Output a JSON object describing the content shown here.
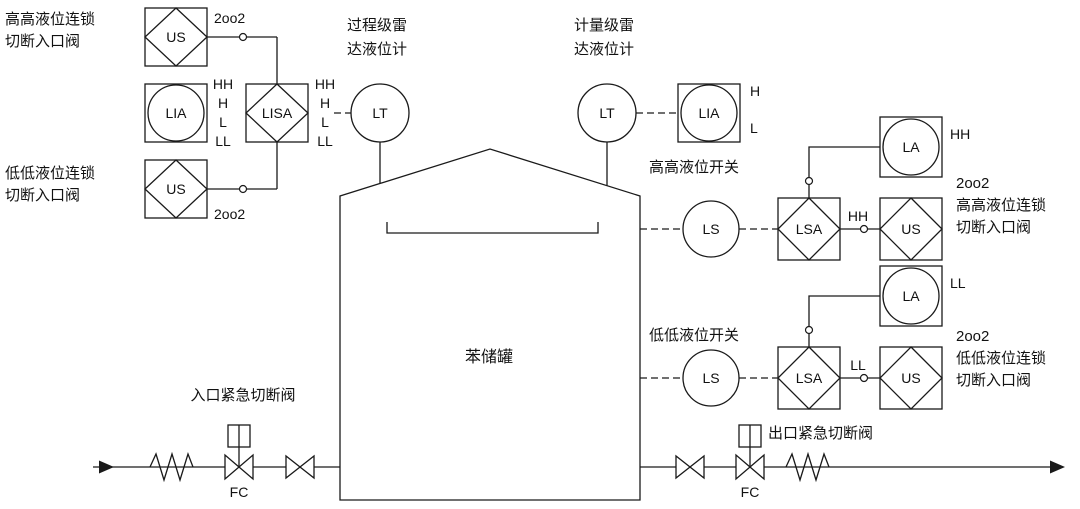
{
  "diagram": {
    "tank": {
      "label": "苯储罐"
    },
    "left": {
      "hh_note": {
        "line1": "高高液位连锁",
        "line2": "切断入口阀"
      },
      "ll_note": {
        "line1": "低低液位连锁",
        "line2": "切断入口阀"
      },
      "us_top": {
        "tag": "US"
      },
      "us_bottom": {
        "tag": "US"
      },
      "voting_top": "2oo2",
      "voting_bottom": "2oo2",
      "lia": {
        "tag": "LIA"
      },
      "lisa": {
        "tag": "LISA"
      },
      "setpoints_lia": [
        "HH",
        "H",
        "L",
        "LL"
      ],
      "setpoints_lisa": [
        "HH",
        "H",
        "L",
        "LL"
      ],
      "lt": {
        "tag": "LT",
        "note1": "过程级雷",
        "note2": "达液位计"
      }
    },
    "right": {
      "lt": {
        "tag": "LT",
        "note1": "计量级雷",
        "note2": "达液位计"
      },
      "lia": {
        "tag": "LIA",
        "sp_high": "H",
        "sp_low": "L"
      },
      "hh": {
        "switch_label": "高高液位开关",
        "ls": "LS",
        "lsa": "LSA",
        "trip_sp": "HH",
        "us": "US",
        "la": "LA",
        "la_sp": "HH",
        "note1": "2oo2",
        "note2": "高高液位连锁",
        "note3": "切断入口阀"
      },
      "ll": {
        "switch_label": "低低液位开关",
        "ls": "LS",
        "lsa": "LSA",
        "trip_sp": "LL",
        "us": "US",
        "la": "LA",
        "la_sp": "LL",
        "note1": "2oo2",
        "note2": "低低液位连锁",
        "note3": "切断入口阀"
      }
    },
    "piping": {
      "inlet_label": "入口紧急切断阀",
      "inlet_fc": "FC",
      "outlet_label": "出口紧急切断阀",
      "outlet_fc": "FC"
    }
  }
}
